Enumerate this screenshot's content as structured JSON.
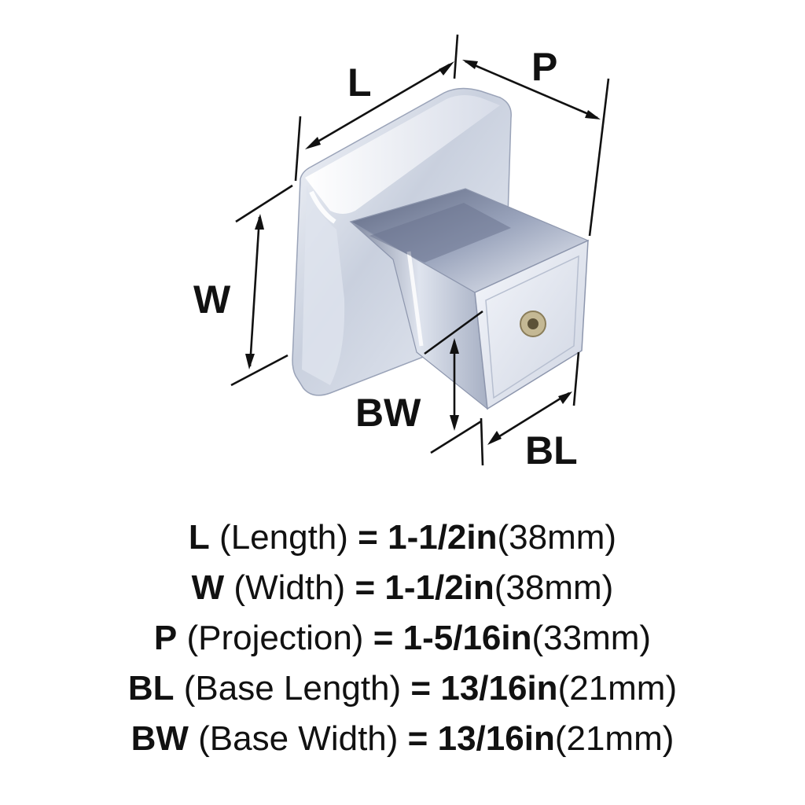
{
  "labels": {
    "L": "L",
    "P": "P",
    "W": "W",
    "BW": "BW",
    "BL": "BL"
  },
  "specs": [
    {
      "abbr": "L",
      "name": "(Length)",
      "eq": "=",
      "inches": "1-1/2in",
      "mm": "(38mm)"
    },
    {
      "abbr": "W",
      "name": "(Width)",
      "eq": "=",
      "inches": "1-1/2in",
      "mm": "(38mm)"
    },
    {
      "abbr": "P",
      "name": "(Projection)",
      "eq": "=",
      "inches": "1-5/16in",
      "mm": "(33mm)"
    },
    {
      "abbr": "BL",
      "name": "(Base Length)",
      "eq": "=",
      "inches": "13/16in",
      "mm": "(21mm)"
    },
    {
      "abbr": "BW",
      "name": "(Base Width)",
      "eq": "=",
      "inches": "13/16in",
      "mm": "(21mm)"
    }
  ],
  "colors": {
    "text": "#111111",
    "chrome_light": "#eef1f8",
    "chrome_mid": "#aab3c8",
    "chrome_dark": "#5a6278",
    "thread_brass": "#b8a882"
  }
}
